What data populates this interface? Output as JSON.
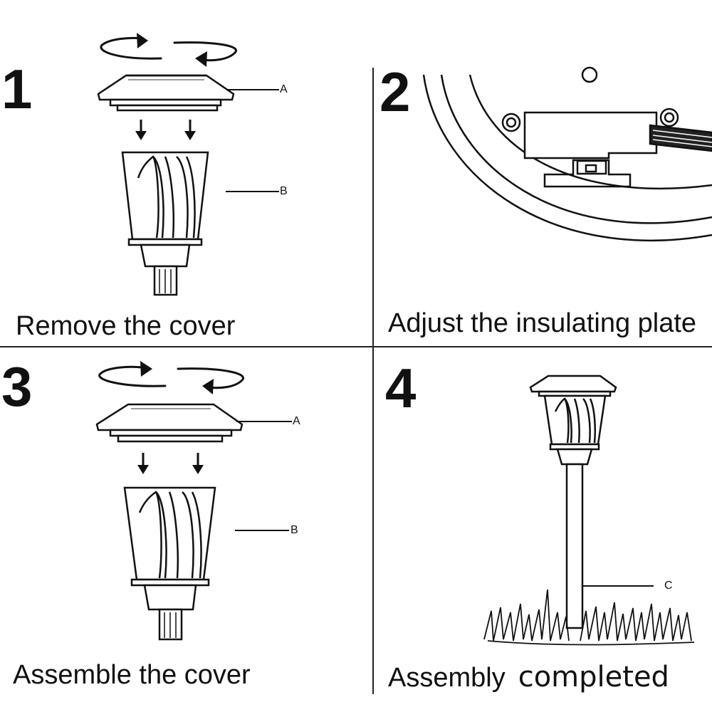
{
  "steps": [
    {
      "number": "1",
      "caption": "Remove the cover",
      "labels": {
        "a": "A",
        "b": "B"
      }
    },
    {
      "number": "2",
      "caption": "Adjust the insulating plate"
    },
    {
      "number": "3",
      "caption": "Assemble the cover",
      "labels": {
        "a": "A",
        "b": "B"
      }
    },
    {
      "number": "4",
      "caption_part1": "Assembly",
      "caption_part2": "completed",
      "labels": {
        "c": "C"
      }
    }
  ],
  "icons": [
    "rotate-arrows-icon",
    "down-arrow-icon",
    "lamp-cover-icon",
    "lamp-body-icon",
    "battery-compartment-icon",
    "insulating-plate-icon",
    "grass-icon",
    "stake-icon"
  ],
  "colors": {
    "line": "#111111",
    "background": "#ffffff"
  }
}
